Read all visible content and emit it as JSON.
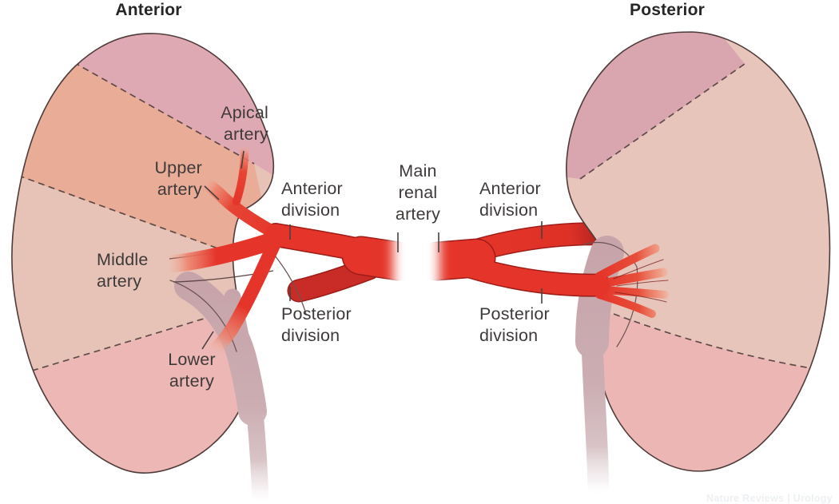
{
  "headers": {
    "left": "Anterior",
    "right": "Posterior"
  },
  "labels": {
    "apical_artery": "Apical\nartery",
    "upper_artery": "Upper\nartery",
    "middle_artery": "Middle\nartery",
    "lower_artery": "Lower\nartery",
    "anterior_division_left": "Anterior\ndivision",
    "posterior_division_left": "Posterior\ndivision",
    "main_renal_artery": "Main\nrenal\nartery",
    "anterior_division_right": "Anterior\ndivision",
    "posterior_division_right": "Posterior\ndivision"
  },
  "attribution": "Nature Reviews | Urology",
  "colors": {
    "kidney_outline": "#4e3b3a",
    "kidney_left_base": "#e7c3b7",
    "kidney_left_apical": "#dfa9b3",
    "kidney_left_upper": "#e9ac97",
    "kidney_left_lower": "#ecb7b4",
    "kidney_right_base": "#e8c5ba",
    "kidney_right_apical": "#d9a5af",
    "kidney_right_lower": "#ecb6b4",
    "artery_bright": "#e5352a",
    "artery_dark": "#c92b26",
    "artery_outline": "#9e1d18",
    "ureter": "#c9aab0",
    "label_text": "#3e3a3a"
  }
}
